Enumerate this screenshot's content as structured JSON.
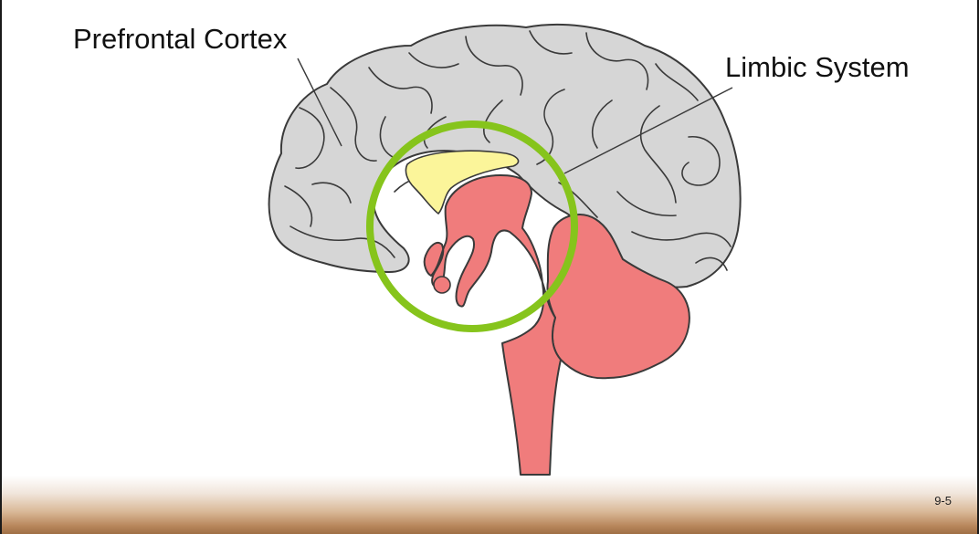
{
  "slide": {
    "labels": {
      "prefrontal_cortex": "Prefrontal Cortex",
      "limbic_system": "Limbic System"
    },
    "slide_number": "9-5"
  },
  "colors": {
    "cortex_fill": "#d6d6d6",
    "outline": "#3a3a3a",
    "brainstem_fill": "#f07c7c",
    "cerebellum_fill": "#f07c7c",
    "corpus_callosum_fill": "#fbf59a",
    "limbic_ring": "#86c41c",
    "footer_brown": "#a87548"
  }
}
